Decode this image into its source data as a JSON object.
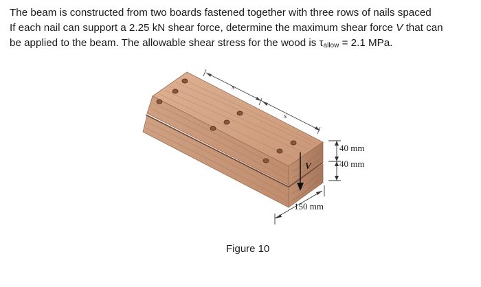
{
  "problem": {
    "line1": "The beam is constructed from two boards fastened together with three rows of nails spaced",
    "line2_pre": "If each nail can support a 2.25 kN shear force, determine the maximum shear force ",
    "line2_var": "V",
    "line2_post": " that can",
    "line3_pre": "be applied to the beam. The allowable shear stress for the wood is ",
    "tau_symbol": "τ",
    "tau_subscript": "allow",
    "line3_post": " = 2.1 MPa."
  },
  "figure": {
    "caption": "Figure 10",
    "spacing_label_1": "s",
    "spacing_label_2": "s",
    "force_label": "V",
    "dim_top_board": "40 mm",
    "dim_bottom_board": "40 mm",
    "dim_width": "150 mm",
    "colors": {
      "wood_top": "#d4a586",
      "wood_front": "#c89878",
      "wood_side": "#b5856a",
      "nail": "#7a4a32"
    }
  }
}
